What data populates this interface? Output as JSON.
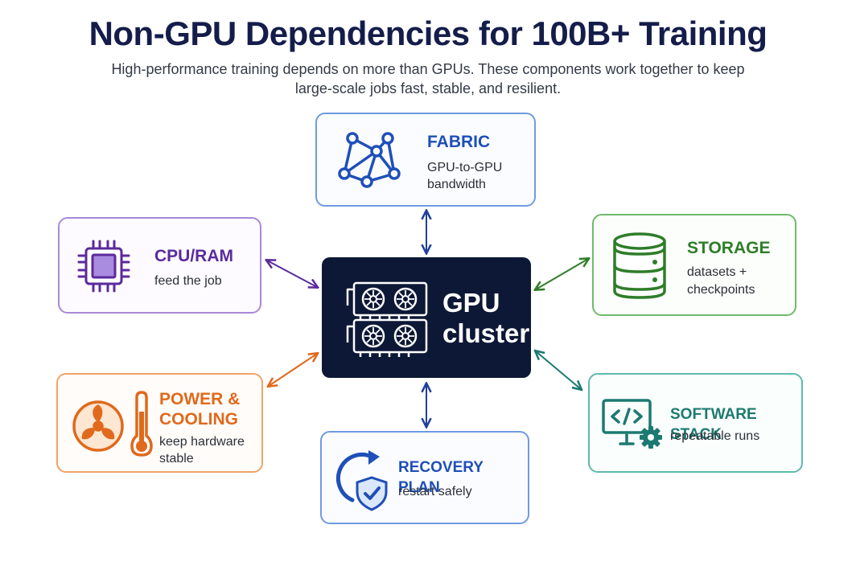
{
  "header": {
    "title": "Non-GPU Dependencies for 100B+ Training",
    "subtitle": "High-performance training depends on more than GPUs. These components work together to keep large-scale jobs fast, stable, and resilient."
  },
  "center": {
    "label_line1": "GPU",
    "label_line2": "cluster",
    "icon": "gpu-cards-icon",
    "color": "#0d1836"
  },
  "components": {
    "fabric": {
      "label": "FABRIC",
      "desc_line1": "GPU-to-GPU",
      "desc_line2": "bandwidth",
      "icon": "network-icon",
      "color": "#1f4fb8"
    },
    "cpu": {
      "label": "CPU/RAM",
      "desc_line1": "feed the job",
      "icon": "cpu-chip-icon",
      "color": "#5b2a9c"
    },
    "storage": {
      "label": "STORAGE",
      "desc_line1": "datasets +",
      "desc_line2": "checkpoints",
      "icon": "database-icon",
      "color": "#2f7d2a"
    },
    "power": {
      "label_line1": "POWER &",
      "label_line2": "COOLING",
      "desc_line1": "keep hardware",
      "desc_line2": "stable",
      "icon": "fan-thermometer-icon",
      "color": "#e0691c"
    },
    "software": {
      "label": "SOFTWARE STACK",
      "desc_line1": "repeatable runs",
      "icon": "code-monitor-gear-icon",
      "color": "#1c7a70"
    },
    "recovery": {
      "label": "RECOVERY PLAN",
      "desc_line1": "restart safely",
      "icon": "shield-refresh-icon",
      "color": "#1f4fb8"
    }
  }
}
